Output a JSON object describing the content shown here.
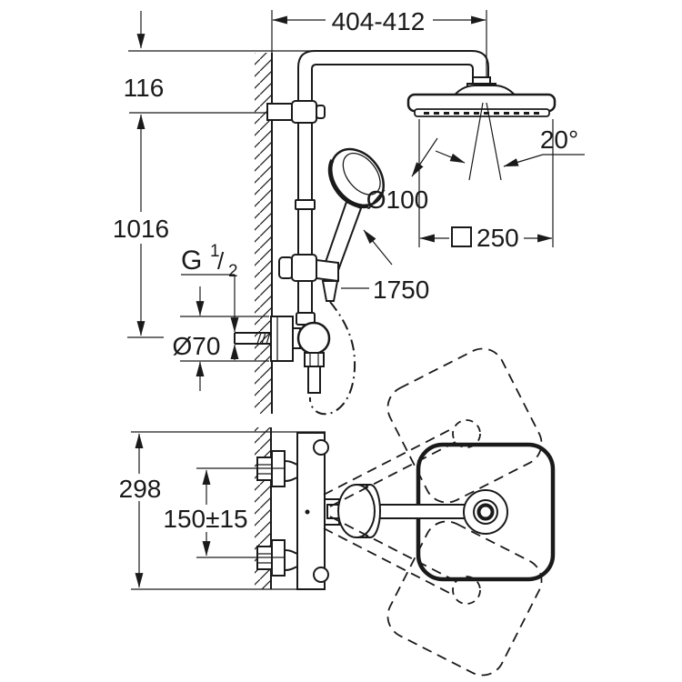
{
  "diagram": {
    "type": "technical-installation-drawing",
    "subject": "Shower system with head shower, hand shower and exposed thermostat - dimensional drawing",
    "units": "mm",
    "colors": {
      "line": "#1a1a1a",
      "background": "#ffffff"
    },
    "dimensions": {
      "width_top": "404-412",
      "drop_116": "116",
      "height_1016": "1016",
      "thread": {
        "g": "G",
        "num": "1",
        "slash": "/",
        "den": "2"
      },
      "escutcheon": "Ø70",
      "hose_length": "1750",
      "hand_shower": "Ø100",
      "spray_angle": "20°",
      "head_size": "250",
      "mixer_height": "298",
      "connection_spacing": "150±15"
    }
  }
}
